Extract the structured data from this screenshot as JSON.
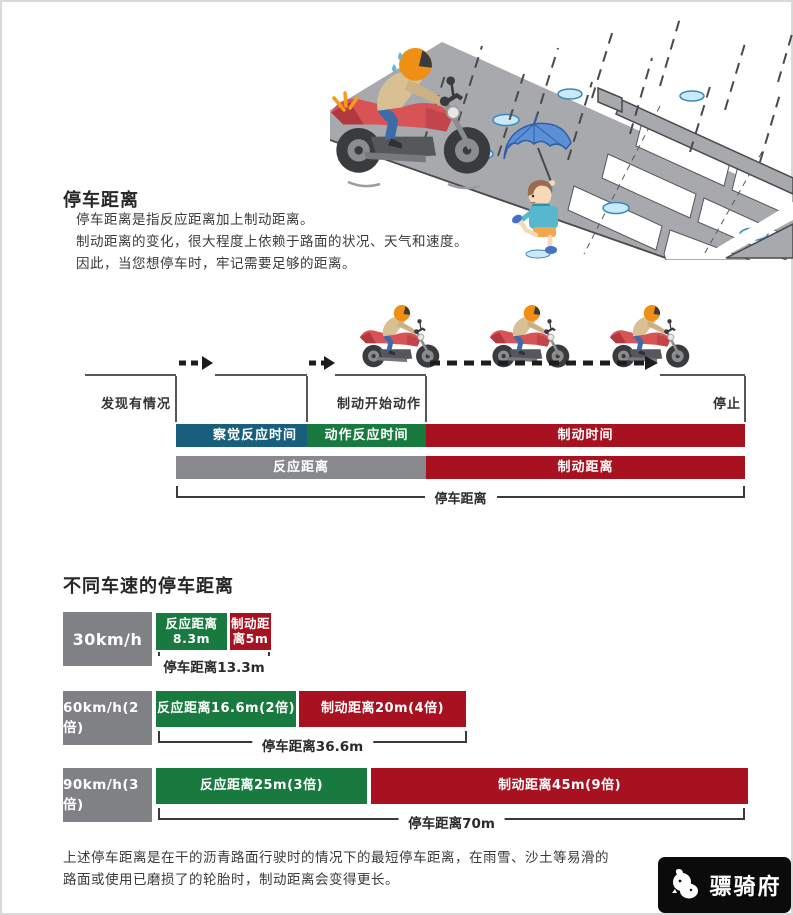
{
  "document": {
    "intro": {
      "title": "停车距离",
      "lines": [
        "停车距离是指反应距离加上制动距离。",
        "制动距离的变化，很大程度上依赖于路面的状况、天气和速度。",
        "因此，当您想停车时，牢记需要足够的距离。"
      ]
    },
    "timeline": {
      "phase_labels": [
        "发现有情况",
        "制动开始动作",
        "停止"
      ],
      "time_bars": [
        {
          "label": "察觉反应时间",
          "color": "#175F7C"
        },
        {
          "label": "动作反应时间",
          "color": "#187A3E"
        },
        {
          "label": "制动时间",
          "color": "#A81220"
        }
      ],
      "distance_bars": [
        {
          "label": "反应距离",
          "color": "#87898C"
        },
        {
          "label": "制动距离",
          "color": "#A81220"
        }
      ],
      "total_label": "停车距离"
    },
    "speed_section": {
      "title": "不同车速的停车距离",
      "rows": [
        {
          "speed": "30km/h",
          "reaction_line1": "反应距离",
          "reaction_line2": "8.3m",
          "braking_line1": "制动距",
          "braking_line2": "离5m",
          "total": "停车距离13.3m"
        },
        {
          "speed": "60km/h(2倍)",
          "reaction": "反应距离16.6m(2倍)",
          "braking": "制动距离20m(4倍)",
          "total": "停车距离36.6m"
        },
        {
          "speed": "90km/h(3倍)",
          "reaction": "反应距离25m(3倍)",
          "braking": "制动距离45m(9倍)",
          "total": "停车距离70m"
        }
      ]
    },
    "footnote_lines": [
      "上述停车距离是在干的沥青路面行驶时的情况下的最短停车距离，在雨雪、沙土等易滑的",
      "路面或使用已磨损了的轮胎时，制动距离会变得更长。"
    ],
    "watermark": {
      "text": "骠骑府"
    }
  },
  "chart_data": {
    "type": "bar",
    "title": "不同车速的停车距离",
    "unit": "m",
    "categories": [
      "30km/h",
      "60km/h(2倍)",
      "90km/h(3倍)"
    ],
    "series": [
      {
        "name": "反应距离",
        "values": [
          8.3,
          16.6,
          25
        ]
      },
      {
        "name": "制动距离",
        "values": [
          5,
          20,
          45
        ]
      }
    ],
    "totals": {
      "label": "停车距离",
      "values": [
        13.3,
        36.6,
        70
      ]
    },
    "legend_position": "inline",
    "grid": false
  },
  "colors": {
    "perception_teal": "#175F7C",
    "action_green": "#187A3E",
    "braking_red": "#A81220",
    "reaction_gray": "#87898C",
    "speed_box_gray": "#808184",
    "road_gray": "#A7A9AC",
    "text_dark": "#2B2A29",
    "watermark_bg": "#0B0B0B"
  }
}
